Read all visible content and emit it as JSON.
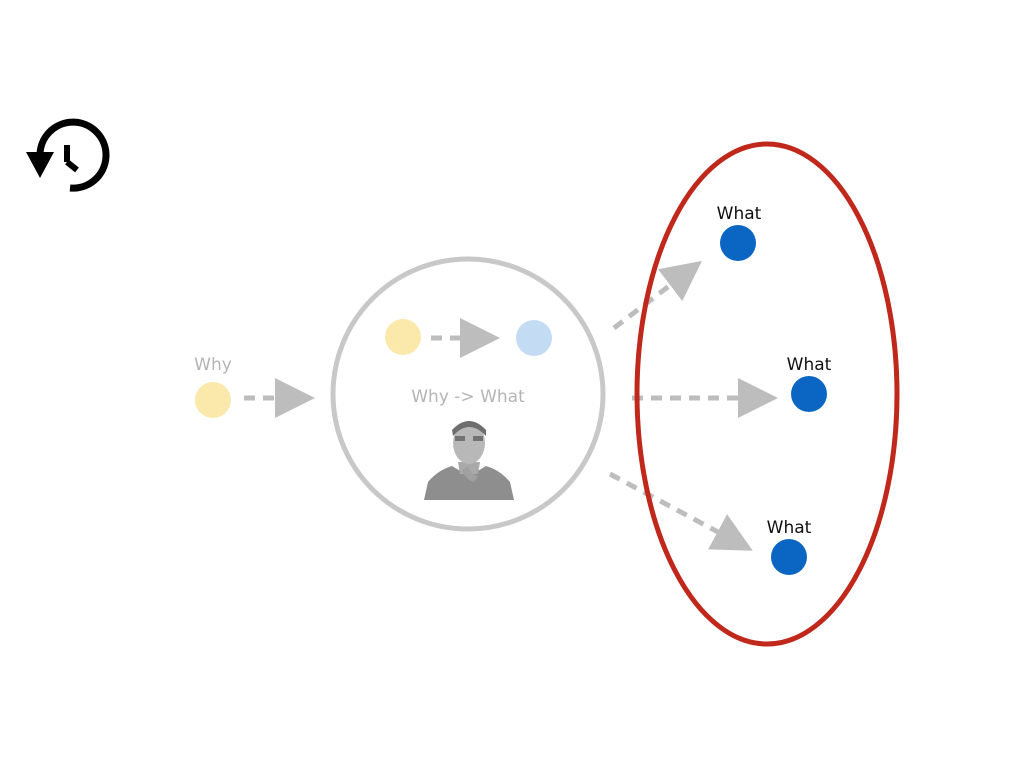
{
  "slide": {
    "history_icon": "history-icon",
    "why_node": {
      "label": "Why",
      "color": "#FBE9AC"
    },
    "process_circle": {
      "label": "Why -> What",
      "inner_from_color": "#FBE9AC",
      "inner_to_color": "#C4DBF4",
      "portrait_icon": "portrait-icon"
    },
    "outcomes": [
      {
        "label": "What",
        "color": "#0A66C2"
      },
      {
        "label": "What",
        "color": "#0A66C2"
      },
      {
        "label": "What",
        "color": "#0A66C2"
      }
    ],
    "highlight_color": "#C0281B",
    "arrow_color": "#BDBDBD",
    "faded_text_color": "#B5B5B5"
  }
}
